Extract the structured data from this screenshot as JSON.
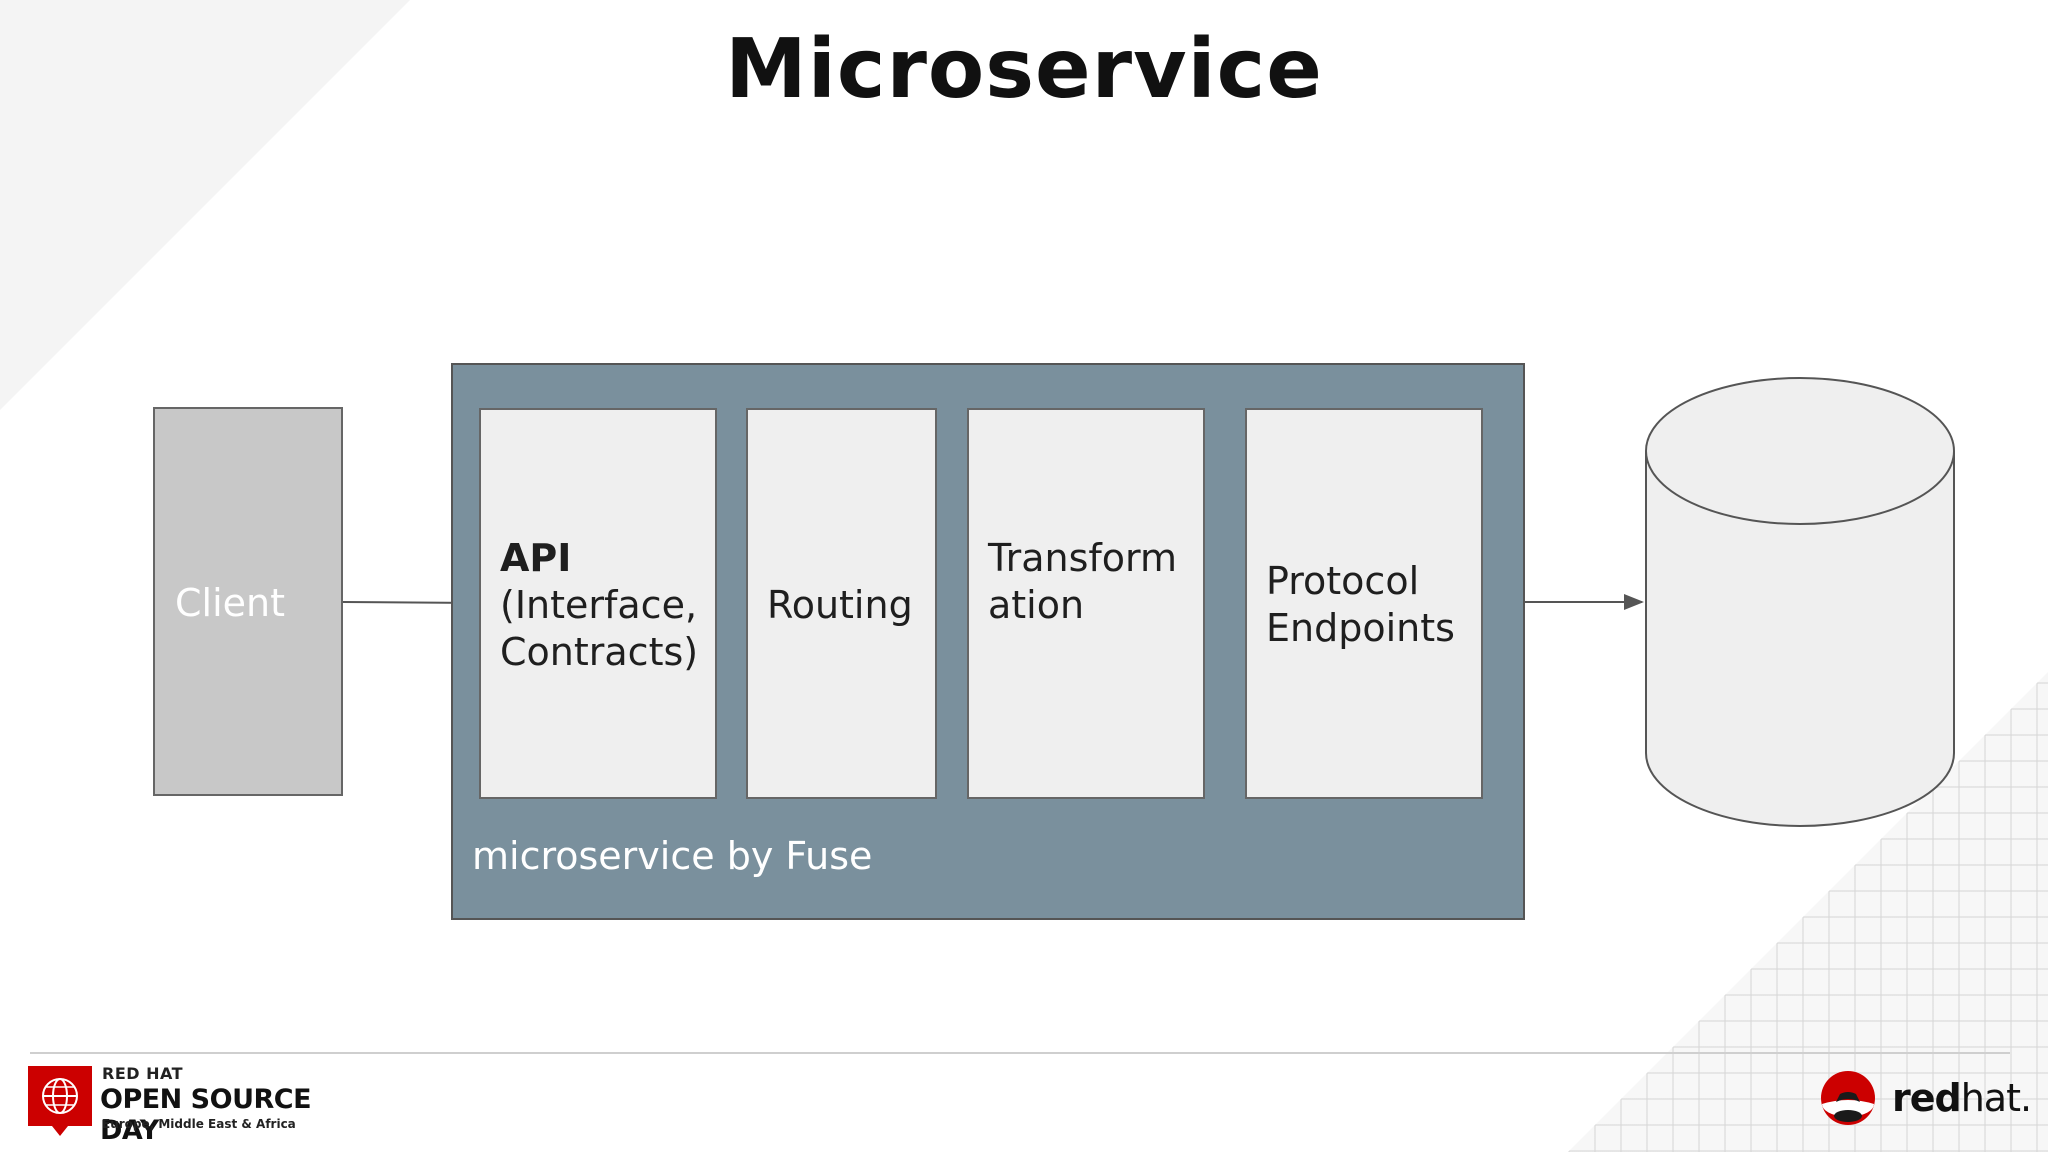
{
  "slide": {
    "title": "Microservice"
  },
  "diagram": {
    "client_label": "Client",
    "container_label": "microservice by Fuse",
    "modules": [
      {
        "heading": "API",
        "lines": [
          "(Interface,",
          "Contracts)"
        ]
      },
      {
        "lines": [
          "Routing"
        ]
      },
      {
        "lines": [
          "Transform",
          "ation"
        ]
      },
      {
        "lines": [
          "Protocol",
          "Endpoints"
        ]
      }
    ],
    "edges": [
      {
        "from": "Client",
        "to": "API (Interface, Contracts)",
        "arrow": false
      },
      {
        "from": "Protocol Endpoints",
        "to": "database",
        "arrow": true
      }
    ]
  },
  "footer": {
    "event_line1": "RED HAT",
    "event_line2": "OPEN SOURCE DAY",
    "event_line3": "Europe, Middle East & Africa",
    "brand_bold": "red",
    "brand_light": "hat."
  },
  "colors": {
    "container": "#7a909d",
    "client": "#c8c8c8",
    "module": "#efefef",
    "brand_red": "#cc0000"
  }
}
